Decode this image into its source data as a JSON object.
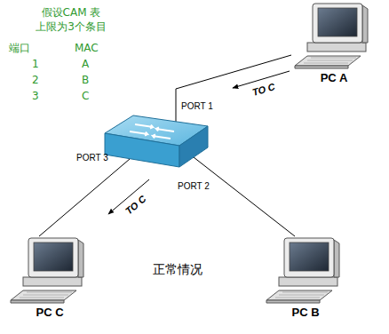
{
  "diagram": {
    "caption": "正常情况",
    "nodes": [
      {
        "text": [
          "PC A"
        ]
      },
      {
        "text": []
      },
      {
        "text": [
          "PC C"
        ]
      },
      {
        "text": [
          "PC B"
        ]
      }
    ],
    "edges": [
      {
        "from": 0,
        "to": 1,
        "arrow": "none",
        "label": "PORT 1"
      },
      {
        "from": 1,
        "to": 2,
        "arrow": "none",
        "label": "PORT 3"
      },
      {
        "from": 1,
        "to": 3,
        "arrow": "none",
        "label": "PORT 2"
      }
    ],
    "labels": [
      "假设CAM 表 上限为3个条目",
      "端口",
      "MAC",
      "1",
      "A",
      "2",
      "B",
      "3",
      "C",
      "TO C",
      "TO C"
    ]
  }
}
